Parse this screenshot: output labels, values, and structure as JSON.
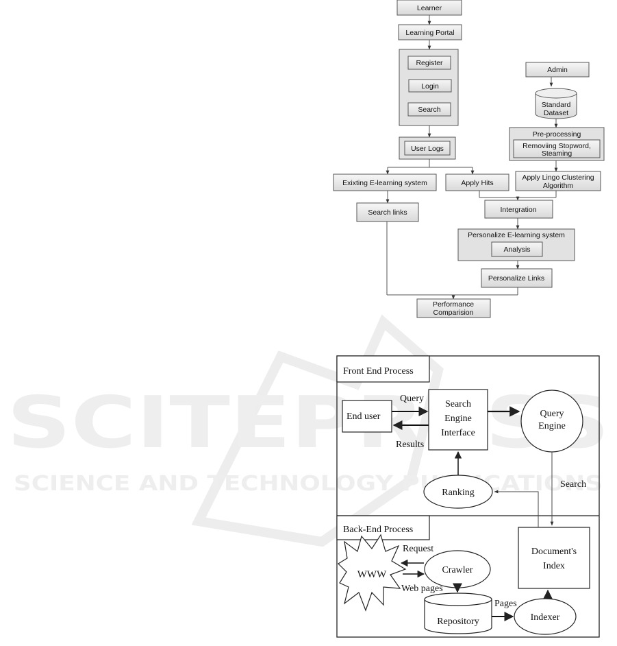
{
  "watermark": {
    "title": "SCITEPRESS",
    "subtitle": "SCIENCE AND TECHNOLOGY PUBLICATIONS"
  },
  "flowchart": {
    "learner": "Learner",
    "learning_portal": "Learning Portal",
    "register": "Register",
    "login": "Login",
    "search": "Search",
    "user_logs": "User Logs",
    "existing_system": "Exixting E-learning system",
    "apply_hits": "Apply Hits",
    "search_links": "Search links",
    "admin": "Admin",
    "standard_dataset_1": "Standard",
    "standard_dataset_2": "Dataset",
    "preprocessing": "Pre-processing",
    "removing_1": "Removiing Stopword,",
    "removing_2": "Steaming",
    "apply_lingo_1": "Apply Lingo Clustering",
    "apply_lingo_2": "Algorithm",
    "integration": "Intergration",
    "personalize_system": "Personalize E-learning system",
    "analysis": "Analysis",
    "personalize_links": "Personalize Links",
    "performance_1": "Performance",
    "performance_2": "Comparision"
  },
  "architecture": {
    "front_end": "Front End Process",
    "back_end": "Back-End Process",
    "end_user": "End user",
    "query_label": "Query",
    "results_label": "Results",
    "search_engine_1": "Search",
    "search_engine_2": "Engine",
    "search_engine_3": "Interface",
    "query_engine_1": "Query",
    "query_engine_2": "Engine",
    "ranking": "Ranking",
    "search_label": "Search",
    "documents_index_1": "Document's",
    "documents_index_2": "Index",
    "www": "WWW",
    "request_label": "Request",
    "web_pages_label": "Web pages",
    "crawler": "Crawler",
    "repository": "Repository",
    "pages_label": "Pages",
    "indexer": "Indexer"
  }
}
